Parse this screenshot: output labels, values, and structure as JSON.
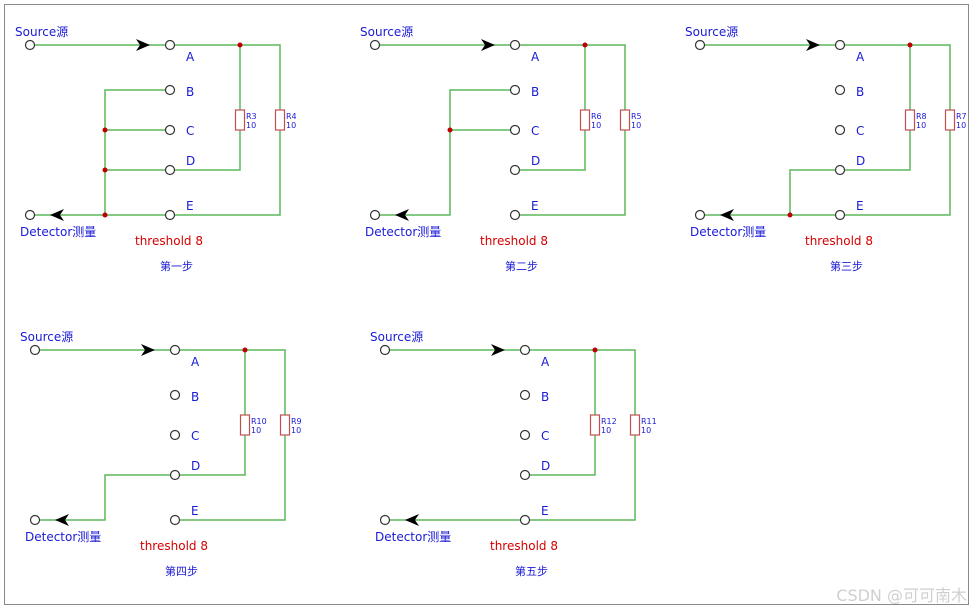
{
  "colors": {
    "wire": "#5cb85c",
    "junction": "#c00000",
    "resistor": "#c05050",
    "label": "#1a1ad6",
    "threshold": "#d40000",
    "arrow": "#000000"
  },
  "watermark": "CSDN @可可南木",
  "panels": [
    {
      "source_label": "Source源",
      "detector_label": "Detector测量",
      "pins": [
        "A",
        "B",
        "C",
        "D",
        "E"
      ],
      "threshold": "threshold 8",
      "step": "第一步",
      "res1": {
        "name": "R3",
        "value": "10"
      },
      "res2": {
        "name": "R4",
        "value": "10"
      }
    },
    {
      "source_label": "Source源",
      "detector_label": "Detector测量",
      "pins": [
        "A",
        "B",
        "C",
        "D",
        "E"
      ],
      "threshold": "threshold 8",
      "step": "第二步",
      "res1": {
        "name": "R6",
        "value": "10"
      },
      "res2": {
        "name": "R5",
        "value": "10"
      }
    },
    {
      "source_label": "Source源",
      "detector_label": "Detector测量",
      "pins": [
        "A",
        "B",
        "C",
        "D",
        "E"
      ],
      "threshold": "threshold 8",
      "step": "第三步",
      "res1": {
        "name": "R8",
        "value": "10"
      },
      "res2": {
        "name": "R7",
        "value": "10"
      }
    },
    {
      "source_label": "Source源",
      "detector_label": "Detector测量",
      "pins": [
        "A",
        "B",
        "C",
        "D",
        "E"
      ],
      "threshold": "threshold 8",
      "step": "第四步",
      "res1": {
        "name": "R10",
        "value": "10"
      },
      "res2": {
        "name": "R9",
        "value": "10"
      }
    },
    {
      "source_label": "Source源",
      "detector_label": "Detector测量",
      "pins": [
        "A",
        "B",
        "C",
        "D",
        "E"
      ],
      "threshold": "threshold 8",
      "step": "第五步",
      "res1": {
        "name": "R12",
        "value": "10"
      },
      "res2": {
        "name": "R11",
        "value": "10"
      }
    }
  ]
}
